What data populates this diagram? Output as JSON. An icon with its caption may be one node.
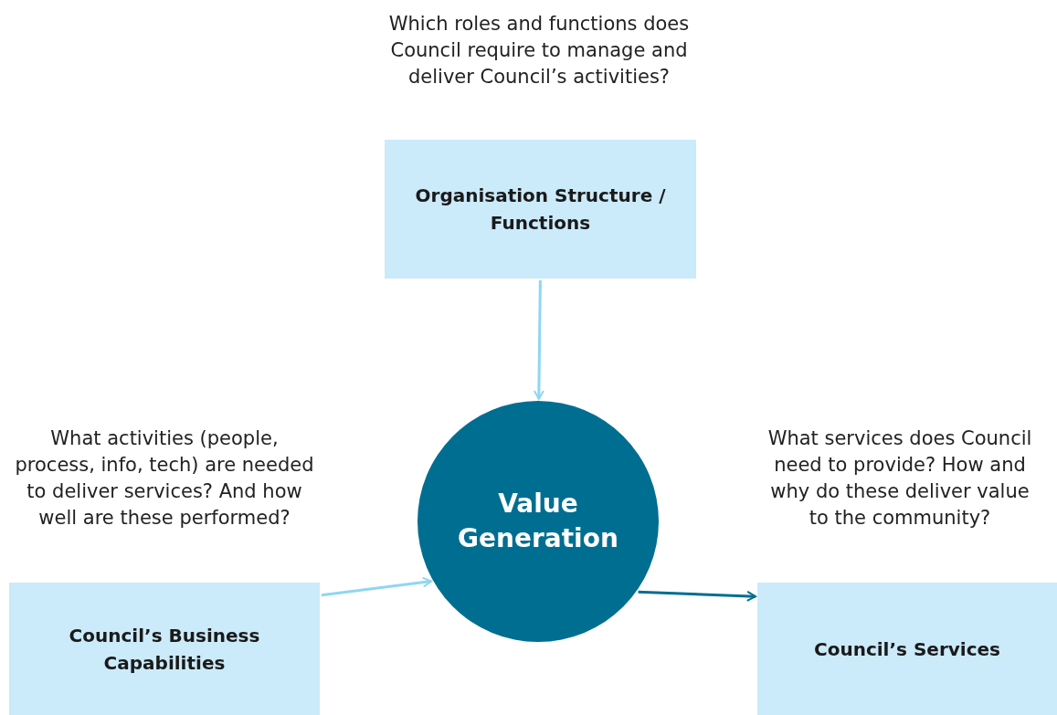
{
  "diagram": {
    "nodes": [
      {
        "text": [
          "Organisation Structure / Functions"
        ],
        "beside": [
          "Which roles and functions does Council require to manage and deliver Council’s activities?"
        ]
      },
      {
        "text": [
          "Value Generation"
        ]
      },
      {
        "text": [
          "Council’s Business Capabilities"
        ],
        "beside": [
          "What activities (people, process, info, tech) are needed to deliver services? And how well are these performed?"
        ]
      },
      {
        "text": [
          "Council’s Services"
        ],
        "beside": [
          "What services does Council need to provide? How and why do these deliver value to the community?"
        ]
      }
    ],
    "edges": [
      {
        "from": 0,
        "to": 1,
        "arrow": "to"
      },
      {
        "from": 2,
        "to": 1,
        "arrow": "to"
      },
      {
        "from": 1,
        "to": 3,
        "arrow": "to",
        "color": "#006e91"
      }
    ]
  }
}
